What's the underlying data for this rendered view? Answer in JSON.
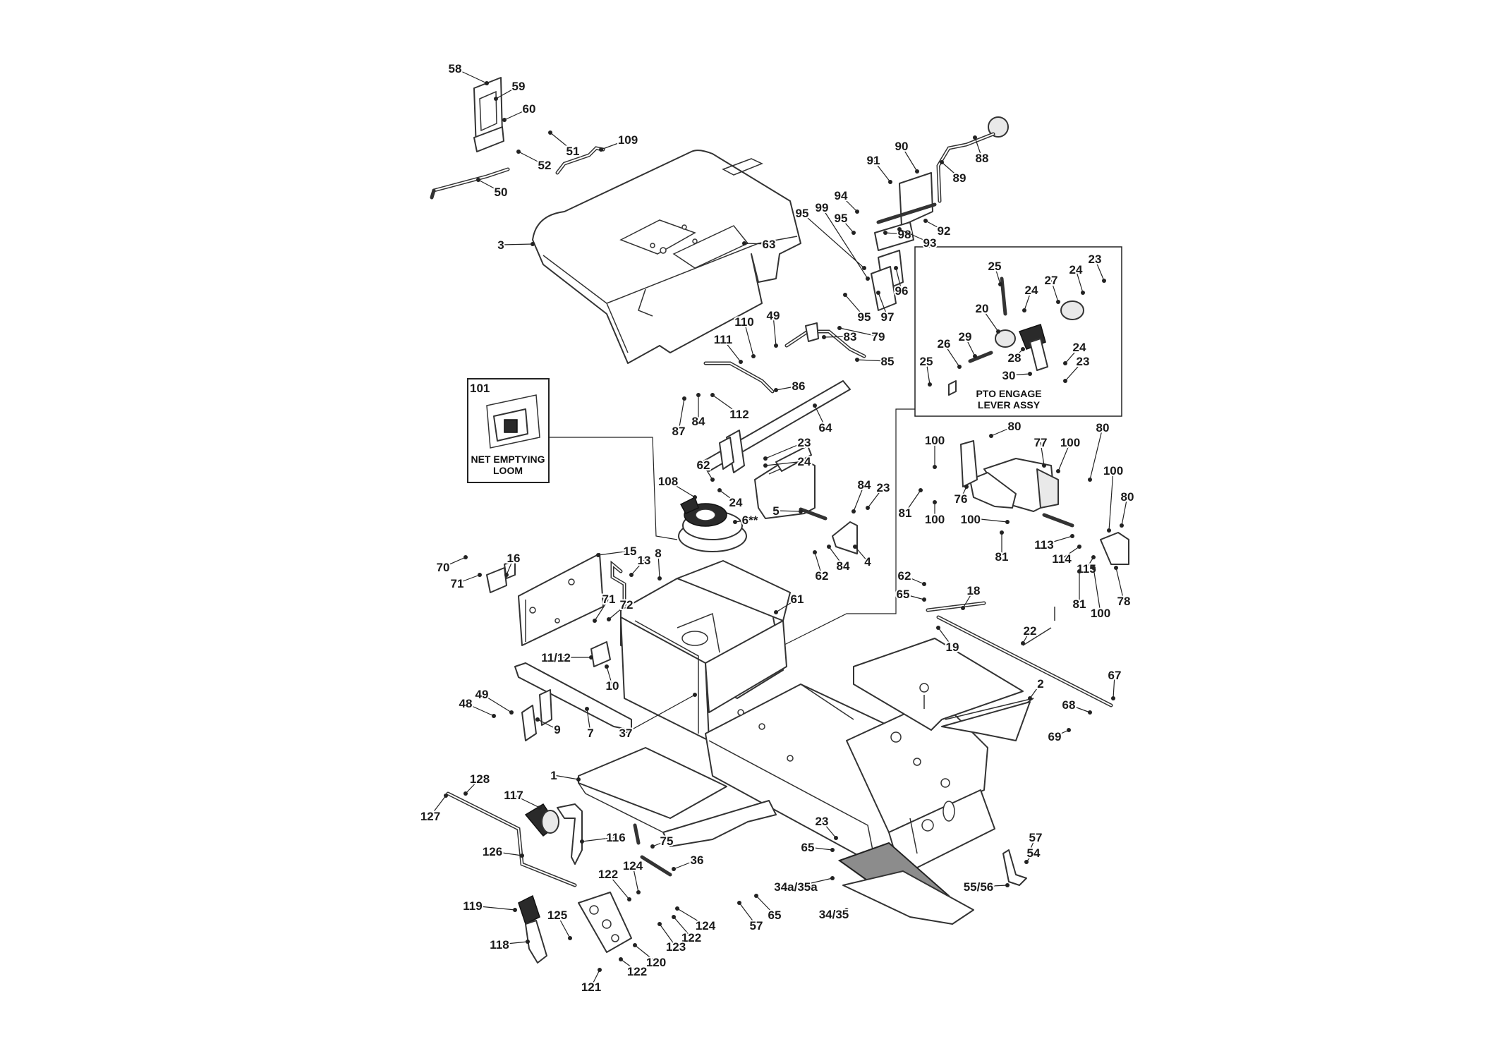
{
  "insets": {
    "net_emptying_loom": {
      "part_number": "101",
      "caption_line1": "NET EMPTYING",
      "caption_line2": "LOOM"
    },
    "pto_engage_lever": {
      "caption_line1": "PTO ENGAGE",
      "caption_line2": "LEVER ASSY"
    }
  },
  "callouts": [
    {
      "id": "c58",
      "text": "58"
    },
    {
      "id": "c59",
      "text": "59"
    },
    {
      "id": "c60",
      "text": "60"
    },
    {
      "id": "c51",
      "text": "51"
    },
    {
      "id": "c109",
      "text": "109"
    },
    {
      "id": "c52",
      "text": "52"
    },
    {
      "id": "c50",
      "text": "50"
    },
    {
      "id": "c3",
      "text": "3"
    },
    {
      "id": "c63",
      "text": "63"
    },
    {
      "id": "c90",
      "text": "90"
    },
    {
      "id": "c91",
      "text": "91"
    },
    {
      "id": "c88",
      "text": "88"
    },
    {
      "id": "c89",
      "text": "89"
    },
    {
      "id": "c94",
      "text": "94"
    },
    {
      "id": "c92",
      "text": "92"
    },
    {
      "id": "c95a",
      "text": "95"
    },
    {
      "id": "c99",
      "text": "99"
    },
    {
      "id": "c95b",
      "text": "95"
    },
    {
      "id": "c98",
      "text": "98"
    },
    {
      "id": "c93",
      "text": "93"
    },
    {
      "id": "c96",
      "text": "96"
    },
    {
      "id": "c95c",
      "text": "95"
    },
    {
      "id": "c97",
      "text": "97"
    },
    {
      "id": "c83",
      "text": "83"
    },
    {
      "id": "c79",
      "text": "79"
    },
    {
      "id": "c85",
      "text": "85"
    },
    {
      "id": "c110",
      "text": "110"
    },
    {
      "id": "c49a",
      "text": "49"
    },
    {
      "id": "c111",
      "text": "111"
    },
    {
      "id": "c86",
      "text": "86"
    },
    {
      "id": "c87",
      "text": "87"
    },
    {
      "id": "c84a",
      "text": "84"
    },
    {
      "id": "c112",
      "text": "112"
    },
    {
      "id": "c64",
      "text": "64"
    },
    {
      "id": "c23a",
      "text": "23"
    },
    {
      "id": "c24a",
      "text": "24"
    },
    {
      "id": "c62a",
      "text": "62"
    },
    {
      "id": "c108",
      "text": "108"
    },
    {
      "id": "c24b",
      "text": "24"
    },
    {
      "id": "c6",
      "text": "6**"
    },
    {
      "id": "c5",
      "text": "5"
    },
    {
      "id": "c84b",
      "text": "84"
    },
    {
      "id": "c23b",
      "text": "23"
    },
    {
      "id": "c62b",
      "text": "62"
    },
    {
      "id": "c84c",
      "text": "84"
    },
    {
      "id": "c4",
      "text": "4"
    },
    {
      "id": "c25a",
      "text": "25"
    },
    {
      "id": "c24c",
      "text": "24"
    },
    {
      "id": "c27",
      "text": "27"
    },
    {
      "id": "c24d",
      "text": "24"
    },
    {
      "id": "c23c",
      "text": "23"
    },
    {
      "id": "c20",
      "text": "20"
    },
    {
      "id": "c26",
      "text": "26"
    },
    {
      "id": "c29",
      "text": "29"
    },
    {
      "id": "c28",
      "text": "28"
    },
    {
      "id": "c24e",
      "text": "24"
    },
    {
      "id": "c23d",
      "text": "23"
    },
    {
      "id": "c25b",
      "text": "25"
    },
    {
      "id": "c30",
      "text": "30"
    },
    {
      "id": "c100a",
      "text": "100"
    },
    {
      "id": "c80a",
      "text": "80"
    },
    {
      "id": "c77",
      "text": "77"
    },
    {
      "id": "c100b",
      "text": "100"
    },
    {
      "id": "c80b",
      "text": "80"
    },
    {
      "id": "c81a",
      "text": "81"
    },
    {
      "id": "c100c",
      "text": "100"
    },
    {
      "id": "c76",
      "text": "76"
    },
    {
      "id": "c100d",
      "text": "100"
    },
    {
      "id": "c80c",
      "text": "80"
    },
    {
      "id": "c100e",
      "text": "100"
    },
    {
      "id": "c81b",
      "text": "81"
    },
    {
      "id": "c113",
      "text": "113"
    },
    {
      "id": "c114",
      "text": "114"
    },
    {
      "id": "c115",
      "text": "115"
    },
    {
      "id": "c81c",
      "text": "81"
    },
    {
      "id": "c100f",
      "text": "100"
    },
    {
      "id": "c78",
      "text": "78"
    },
    {
      "id": "c70",
      "text": "70"
    },
    {
      "id": "c16",
      "text": "16"
    },
    {
      "id": "c71a",
      "text": "71"
    },
    {
      "id": "c15",
      "text": "15"
    },
    {
      "id": "c13",
      "text": "13"
    },
    {
      "id": "c8",
      "text": "8"
    },
    {
      "id": "c71b",
      "text": "71"
    },
    {
      "id": "c72",
      "text": "72"
    },
    {
      "id": "c61",
      "text": "61"
    },
    {
      "id": "c62c",
      "text": "62"
    },
    {
      "id": "c65a",
      "text": "65"
    },
    {
      "id": "c18",
      "text": "18"
    },
    {
      "id": "c22",
      "text": "22"
    },
    {
      "id": "c19",
      "text": "19"
    },
    {
      "id": "c1112",
      "text": "11/12"
    },
    {
      "id": "c10",
      "text": "10"
    },
    {
      "id": "c49b",
      "text": "49"
    },
    {
      "id": "c48",
      "text": "48"
    },
    {
      "id": "c9",
      "text": "9"
    },
    {
      "id": "c7",
      "text": "7"
    },
    {
      "id": "c37",
      "text": "37"
    },
    {
      "id": "c2",
      "text": "2"
    },
    {
      "id": "c67",
      "text": "67"
    },
    {
      "id": "c68",
      "text": "68"
    },
    {
      "id": "c69",
      "text": "69"
    },
    {
      "id": "c1",
      "text": "1"
    },
    {
      "id": "c128",
      "text": "128"
    },
    {
      "id": "c127",
      "text": "127"
    },
    {
      "id": "c117",
      "text": "117"
    },
    {
      "id": "c116",
      "text": "116"
    },
    {
      "id": "c75",
      "text": "75"
    },
    {
      "id": "c126",
      "text": "126"
    },
    {
      "id": "c36",
      "text": "36"
    },
    {
      "id": "c124a",
      "text": "124"
    },
    {
      "id": "c122a",
      "text": "122"
    },
    {
      "id": "c23e",
      "text": "23"
    },
    {
      "id": "c65b",
      "text": "65"
    },
    {
      "id": "c57a",
      "text": "57"
    },
    {
      "id": "c54",
      "text": "54"
    },
    {
      "id": "c34a35a",
      "text": "34a/35a"
    },
    {
      "id": "c5556",
      "text": "55/56"
    },
    {
      "id": "c3435",
      "text": "34/35"
    },
    {
      "id": "c119",
      "text": "119"
    },
    {
      "id": "c125",
      "text": "125"
    },
    {
      "id": "c124b",
      "text": "124"
    },
    {
      "id": "c122b",
      "text": "122"
    },
    {
      "id": "c57b",
      "text": "57"
    },
    {
      "id": "c65c",
      "text": "65"
    },
    {
      "id": "c118",
      "text": "118"
    },
    {
      "id": "c123",
      "text": "123"
    },
    {
      "id": "c120",
      "text": "120"
    },
    {
      "id": "c122c",
      "text": "122"
    },
    {
      "id": "c121",
      "text": "121"
    }
  ]
}
